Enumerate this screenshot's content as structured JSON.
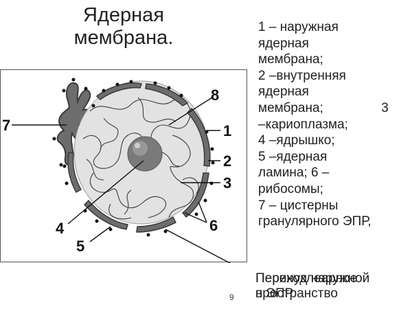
{
  "title": [
    "Ядерная",
    "мембрана."
  ],
  "legend": [
    "1 – наружная",
    "ядерная",
    "мембрана;",
    "2 –внутренняя",
    "ядерная",
    "мембрана;                3",
    "–кариоплазма;",
    "4 –ядрышко;",
    "5 –ядерная",
    "ламина; 6 –",
    "рибосомы;",
    "7 – цистерны",
    "гранулярного ЭПР,"
  ],
  "footer_text_a": [
    "Перинуклеарное",
    "пространство"
  ],
  "footer_text_b": [
    "Переход наружной",
    "в ЭПР"
  ],
  "slide_number": "9",
  "diagram_labels": {
    "n1": "1",
    "n2": "2",
    "n3": "3",
    "n4": "4",
    "n5": "5",
    "n6": "6",
    "n7": "7",
    "n8": "8"
  },
  "colors": {
    "membrane": "#6d6d6d",
    "karyoplasm": "#e2e2e2",
    "chromatin": "#3a3a3a",
    "nucleolus": "#7a7a7a",
    "ribosome": "#111111",
    "frame_border": "#555555"
  }
}
